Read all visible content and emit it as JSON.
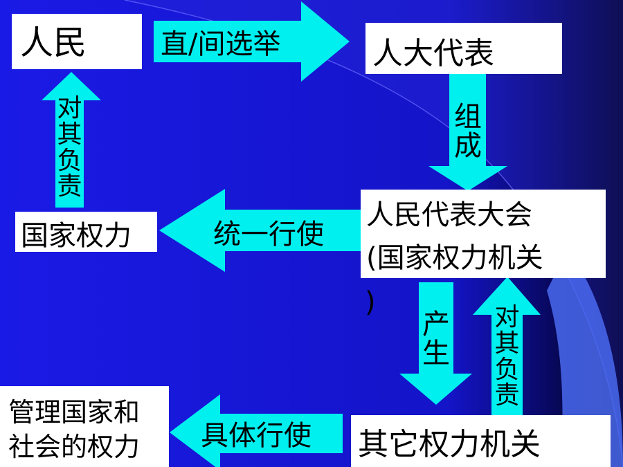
{
  "colors": {
    "background": "#1a1ae6",
    "background_dark": "#000018",
    "arrow": "#00f0f0",
    "box": "#ffffff",
    "text": "#000000"
  },
  "nodes": {
    "people": "人民",
    "npc_deputies": "人大代表",
    "state_power": "国家权力",
    "npc_line1": "人民代表大会",
    "npc_line2": "(国家权力机关",
    "npc_line3": ")",
    "manage_line1": "管理国家和",
    "manage_line2": "社会的权力",
    "other_organs": "其它权力机关"
  },
  "edges": {
    "elect": "直/间选举",
    "compose": "组成",
    "responsible_to_people": "对其负责",
    "unified_exercise": "统一行使",
    "produce": "产生",
    "responsible_to_npc": "对其负责",
    "specific_exercise": "具体行使"
  }
}
